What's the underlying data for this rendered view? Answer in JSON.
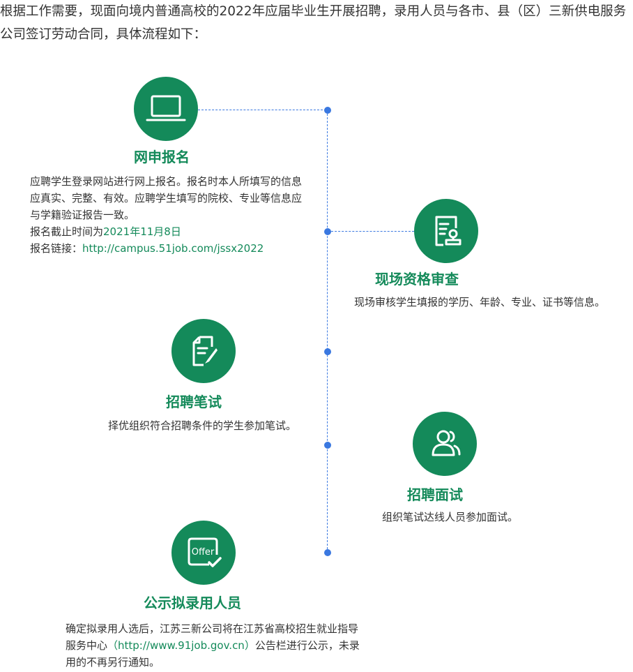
{
  "intro": "根据工作需要，现面向境内普通高校的2022年应届毕业生开展招聘，录用人员与各市、县（区）三新供电服务公司签订劳动合同，具体流程如下：",
  "steps": {
    "online": {
      "title": "网申报名",
      "desc": "应聘学生登录网站进行网上报名。报名时本人所填写的信息应真实、完整、有效。应聘学生填写的院校、专业等信息应与学籍验证报告一致。",
      "deadline_label": "报名截止时间为",
      "deadline": "2021年11月8日",
      "link_label": "报名链接：",
      "link": "http://campus.51job.com/jssx2022",
      "icon": "laptop-icon"
    },
    "review": {
      "title": "现场资格审查",
      "desc": "现场审核学生填报的学历、年龄、专业、证书等信息。",
      "icon": "document-stamp-icon"
    },
    "exam": {
      "title": "招聘笔试",
      "desc": "择优组织符合招聘条件的学生参加笔试。",
      "icon": "exam-pen-icon"
    },
    "interview": {
      "title": "招聘面试",
      "desc": "组织笔试达线人员参加面试。",
      "icon": "people-icon"
    },
    "offer": {
      "title": "公示拟录用人员",
      "icon_text": "Offer",
      "desc1": "确定拟录用人选后，江苏三新公司将在江苏省高校招生就业指导服务中心",
      "link": "（http://www.91job.gov.cn）",
      "desc2": "公告栏进行公示，未录用的不再另行通知。",
      "icon": "offer-check-icon"
    }
  },
  "colors": {
    "accent": "#148a5a",
    "timeline": "#3a78e0",
    "text": "#333333"
  }
}
